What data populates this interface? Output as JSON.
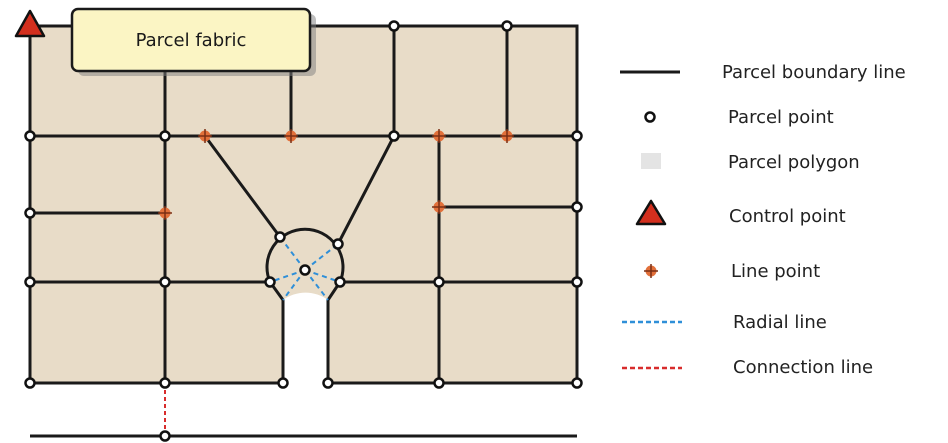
{
  "title": "Parcel fabric",
  "colors": {
    "parcel_fill": "#e8dcc8",
    "boundary_line": "#1a1a1a",
    "parcel_point_fill": "#ffffff",
    "callout_fill": "#fbf5c4",
    "control_point": "#d32f1e",
    "line_point": "#e2703a",
    "radial_line": "#2f8fd8",
    "connection_line": "#d82c2c",
    "polygon_swatch": "#e4e4e4"
  },
  "legend": {
    "items": [
      {
        "label": "Parcel boundary line",
        "icon": "solid-line-icon"
      },
      {
        "label": "Parcel point",
        "icon": "parcel-point-icon"
      },
      {
        "label": "Parcel polygon",
        "icon": "polygon-swatch-icon"
      },
      {
        "label": "Control point",
        "icon": "triangle-icon"
      },
      {
        "label": "Line point",
        "icon": "line-point-icon"
      },
      {
        "label": "Radial line",
        "icon": "dashed-blue-line-icon"
      },
      {
        "label": "Connection line",
        "icon": "dashed-red-line-icon"
      }
    ]
  }
}
